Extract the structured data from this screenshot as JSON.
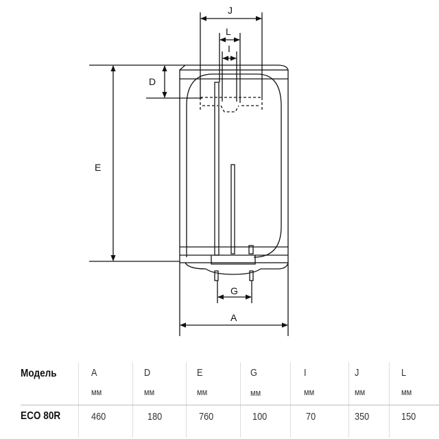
{
  "diagram": {
    "labels": {
      "J": "J",
      "L": "L",
      "I": "I",
      "D": "D",
      "E": "E",
      "G": "G",
      "A": "A"
    }
  },
  "table": {
    "model_header": "Модель",
    "columns": [
      {
        "letter": "A",
        "unit": "мм",
        "value": "460"
      },
      {
        "letter": "D",
        "unit": "мм",
        "value": "180"
      },
      {
        "letter": "E",
        "unit": "мм",
        "value": "760"
      },
      {
        "letter": "G",
        "unit": "мм",
        "value": "100"
      },
      {
        "letter": "I",
        "unit": "мм",
        "value": "70"
      },
      {
        "letter": "J",
        "unit": "мм",
        "value": "350"
      },
      {
        "letter": "L",
        "unit": "мм",
        "value": "150"
      }
    ],
    "model": "ECO 80R"
  }
}
